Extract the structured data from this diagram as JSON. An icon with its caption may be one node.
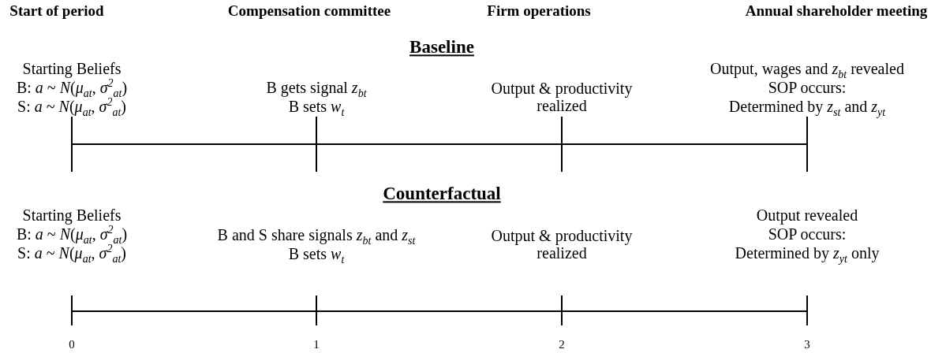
{
  "diagram": {
    "labels": [
      "Start of period",
      "Compensation committee",
      "Firm operations",
      "Annual shareholder meeting",
      "Baseline",
      "Starting Beliefs",
      "B: *a* ~ *N*(*μ*$_{at}$, *σ*$^{2}$$_{at}$)",
      "S: *a* ~ *N*(*μ*$_{at}$, *σ*$^{2}$$_{at}$)",
      "B gets signal *z*$_{bt}$",
      "B sets *w*$_{t}$",
      "Output & productivity realized",
      "Output, wages and *z*$_{bt}$ revealed",
      "SOP occurs:",
      "Determined by *z*$_{st}$ and *z*$_{yt}$",
      "Counterfactual",
      "Starting Beliefs",
      "B: *a* ~ *N*(*μ*$_{at}$, *σ*$^{2}$$_{at}$)",
      "S: *a* ~ *N*(*μ*$_{at}$, *σ*$^{2}$$_{at}$)",
      "B and S share signals *z*$_{bt}$ and *z*$_{st}$",
      "B sets *w*$_{t}$",
      "Output & productivity realized",
      "Output revealed",
      "SOP occurs:",
      "Determined by *z*$_{yt}$ only",
      "0",
      "1",
      "2",
      "3"
    ]
  }
}
